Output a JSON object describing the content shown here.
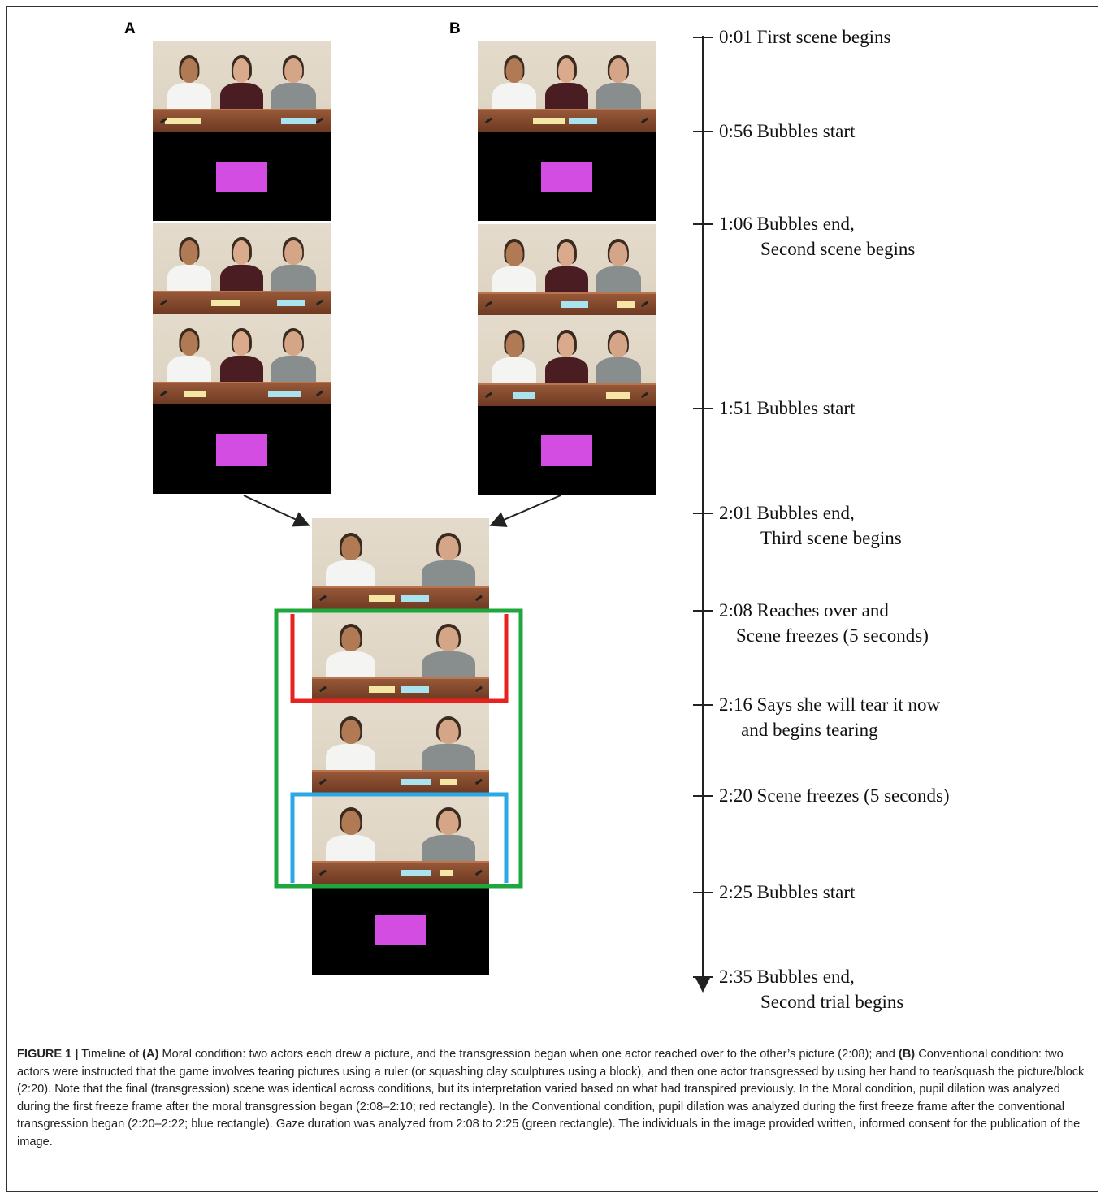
{
  "panels": {
    "a": "A",
    "b": "B"
  },
  "timeline": [
    {
      "time": "0:01",
      "lines": [
        "First scene begins"
      ]
    },
    {
      "time": "0:56",
      "lines": [
        "Bubbles start"
      ]
    },
    {
      "time": "1:06",
      "lines": [
        "Bubbles end,",
        "Second scene begins"
      ]
    },
    {
      "time": "1:51",
      "lines": [
        "Bubbles start"
      ]
    },
    {
      "time": "2:01",
      "lines": [
        "Bubbles end,",
        "Third scene begins"
      ]
    },
    {
      "time": "2:08",
      "lines": [
        "Reaches over and",
        "Scene freezes (5 seconds)"
      ]
    },
    {
      "time": "2:16",
      "lines": [
        "Says she will tear it now",
        "and begins tearing"
      ]
    },
    {
      "time": "2:20",
      "lines": [
        "Scene freezes (5 seconds)"
      ]
    },
    {
      "time": "2:25",
      "lines": [
        "Bubbles start"
      ]
    },
    {
      "time": "2:35",
      "lines": [
        "Bubbles end,",
        "Second trial begins"
      ]
    }
  ],
  "colors": {
    "red_rectangle": "#e8231f",
    "blue_rectangle": "#2aa9e6",
    "green_rectangle": "#1fa73e",
    "bubble": "#d34de2"
  },
  "caption": {
    "figure_label": "FIGURE 1 |",
    "t1": " Timeline of ",
    "b1": "(A)",
    "t2": " Moral condition: two actors each drew a picture, and the transgression began when one actor reached over to the other’s picture (2:08); and ",
    "b2": "(B)",
    "t3": " Conventional condition: two actors were instructed that the game involves tearing pictures using a ruler (or squashing clay sculptures using a block), and then one actor transgressed by using her hand to tear/squash the picture/block (2:20). Note that the final (transgression) scene was identical across conditions, but its interpretation varied based on what had transpired previously. In the Moral condition, pupil dilation was analyzed during the first freeze frame after the moral transgression began (2:08–2:10; red rectangle). In the Conventional condition, pupil dilation was analyzed during the first freeze frame after the conventional transgression began (2:20–2:22; blue rectangle). Gaze duration was analyzed from 2:08 to 2:25 (green rectangle). The individuals in the image provided written, informed consent for the publication of the image."
  }
}
